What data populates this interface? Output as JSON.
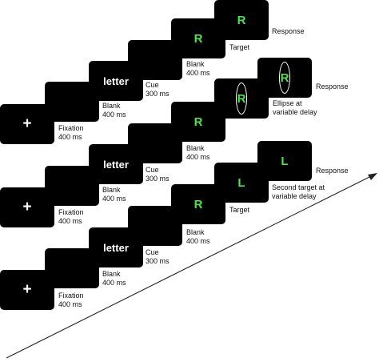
{
  "labels": {
    "fixation": "Fixation",
    "blank": "Blank",
    "cue": "Cue",
    "target": "Target",
    "response": "Response",
    "ellipse": "Ellipse at",
    "variable_delay": "variable delay",
    "second_target": "Second target at",
    "d400": "400 ms",
    "d300": "300 ms"
  },
  "stimuli": {
    "fixation": "+",
    "cue_word": "letter",
    "target_r": "R",
    "target_l": "L"
  },
  "colors": {
    "screen": "#000000",
    "target_text": "#4ee24e"
  }
}
